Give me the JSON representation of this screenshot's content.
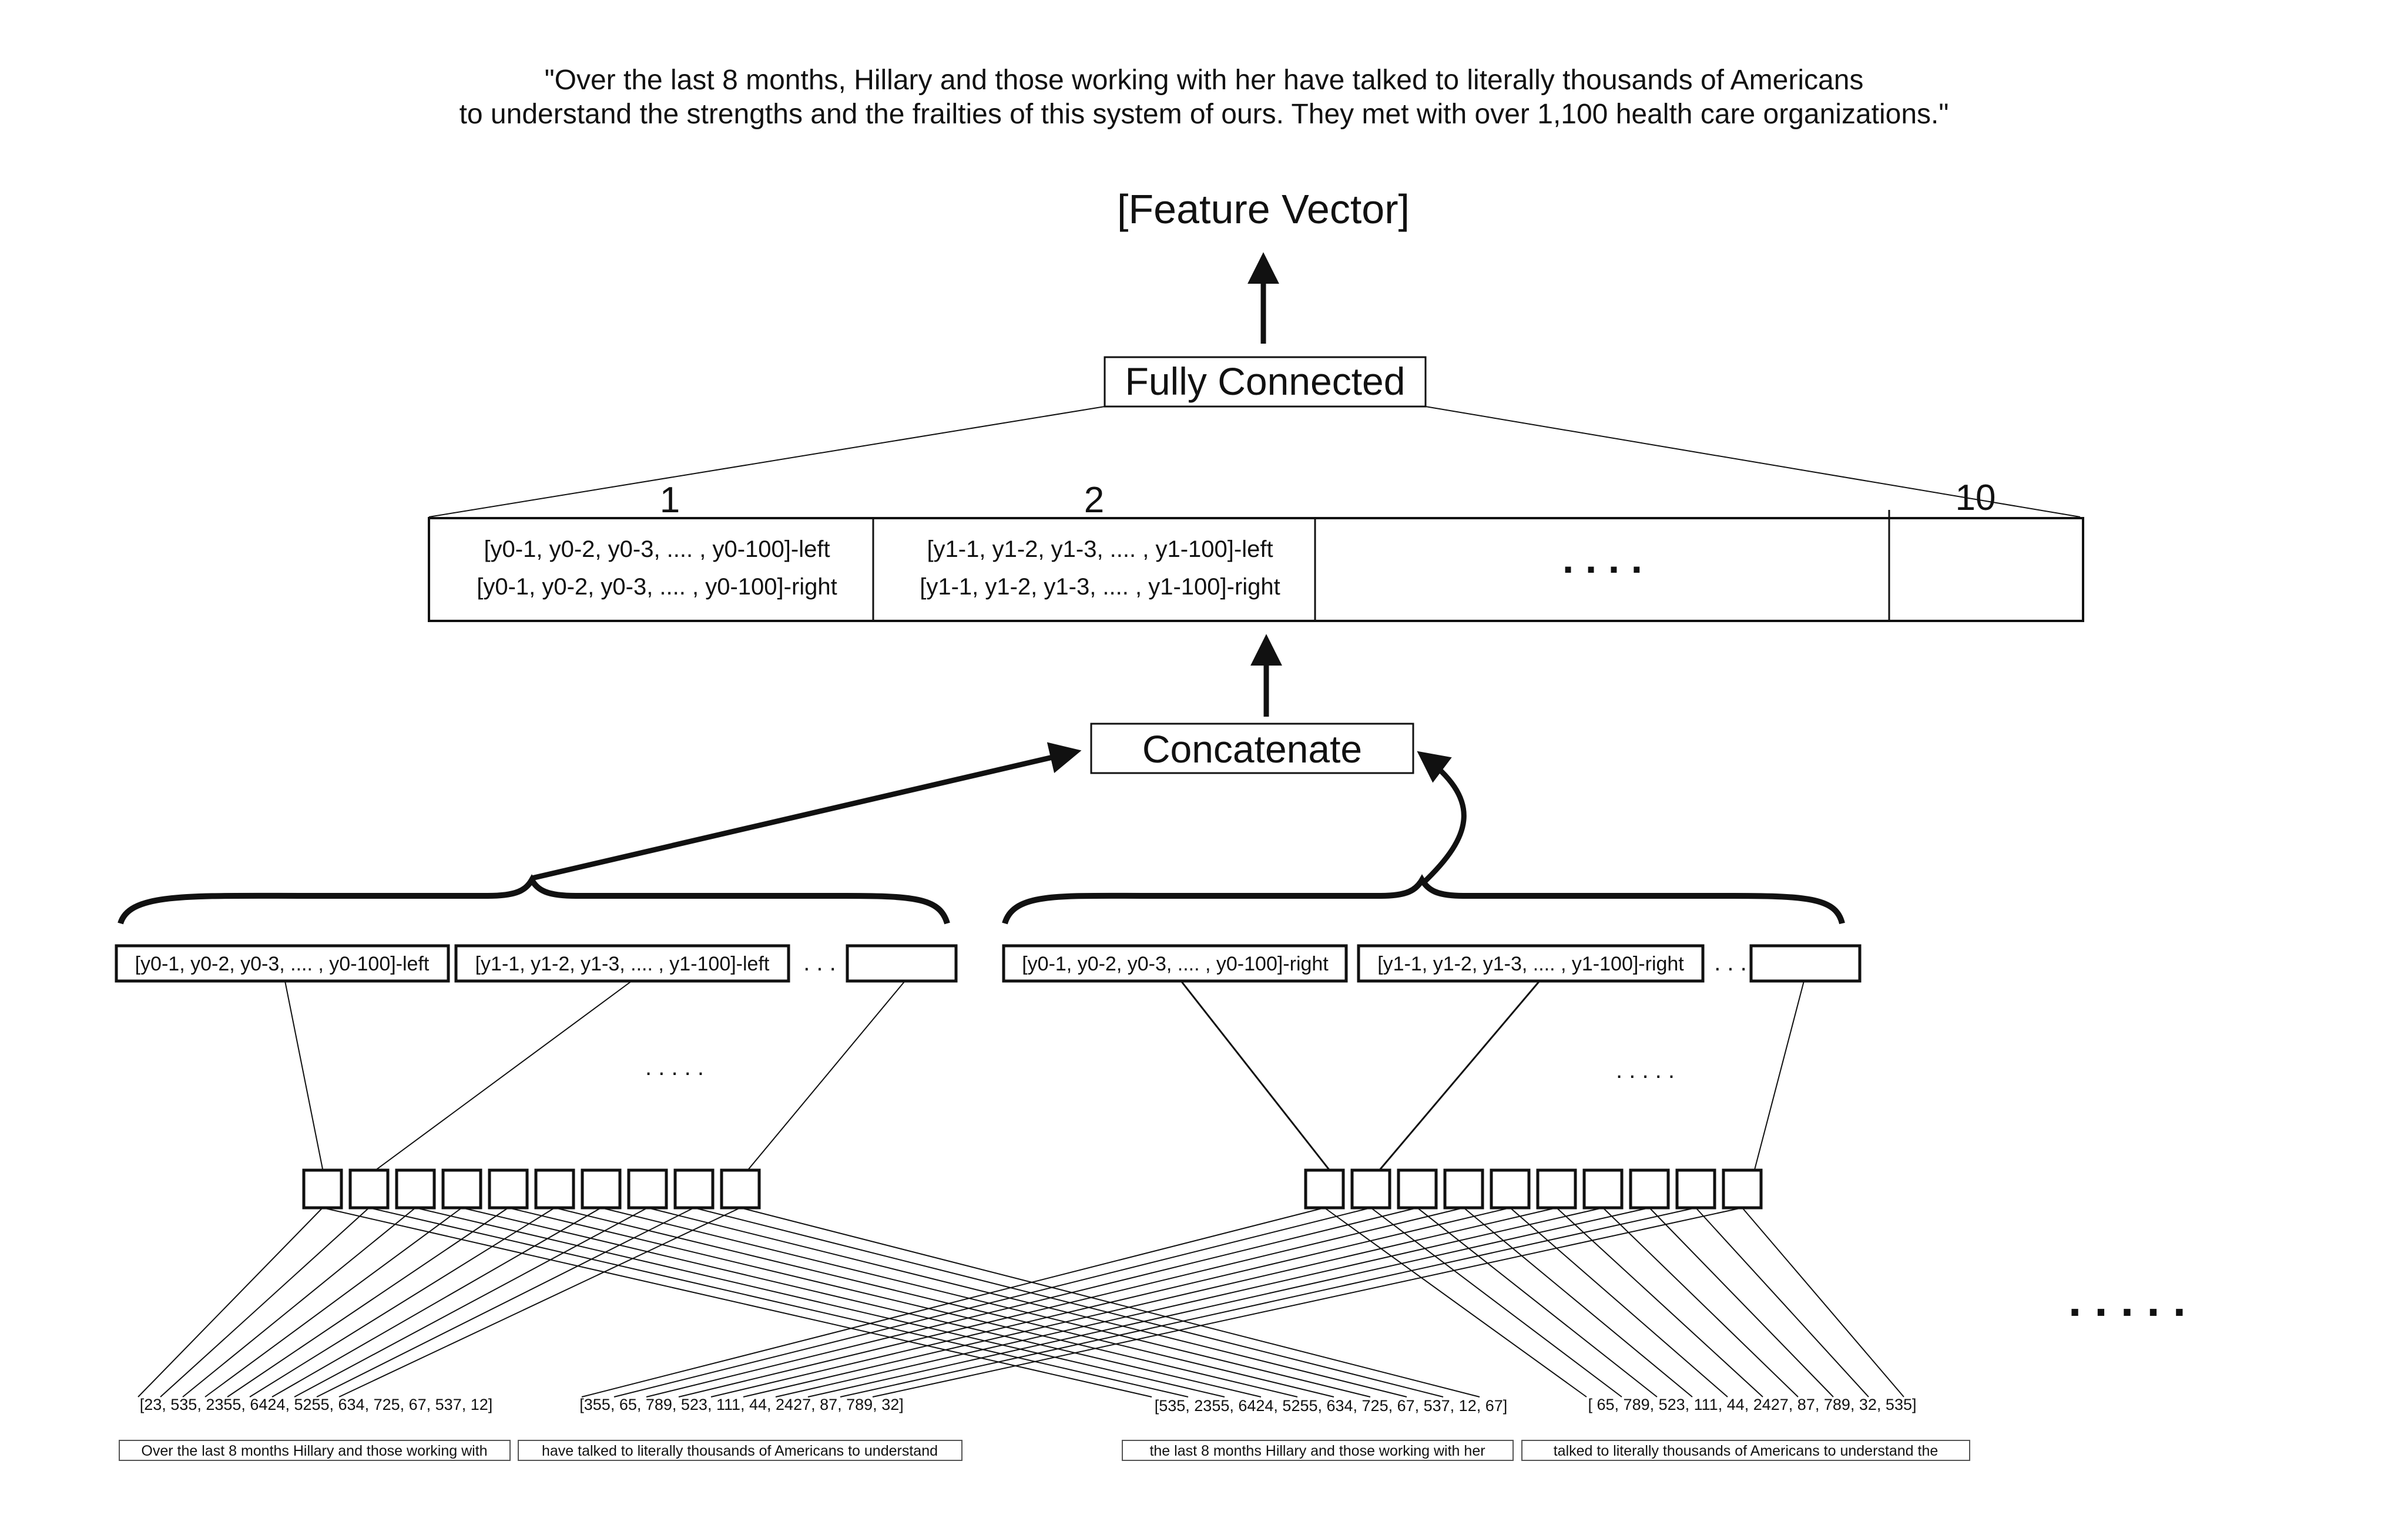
{
  "quote": {
    "line1": "\"Over the last 8 months, Hillary and those working with her have talked to literally thousands of Americans",
    "line2": "to understand the strengths and the frailties of this system of ours. They met with over 1,100 health care organizations.\""
  },
  "feature_vector_label": "[Feature Vector]",
  "fully_connected_label": "Fully Connected",
  "concatenate_label": "Concatenate",
  "feature_table": {
    "col_numbers": [
      "1",
      "2",
      "10"
    ],
    "cells": [
      {
        "left": "[y0-1, y0-2, y0-3, .... , y0-100]-left",
        "right": "[y0-1, y0-2, y0-3, .... , y0-100]-right"
      },
      {
        "left": "[y1-1, y1-2, y1-3, .... , y1-100]-left",
        "right": "[y1-1, y1-2, y1-3, .... , y1-100]-right"
      }
    ],
    "ellipsis": ". . . ."
  },
  "vector_row": {
    "left_boxes": [
      "[y0-1, y0-2, y0-3, .... , y0-100]-left",
      "[y1-1, y1-2, y1-3, .... , y1-100]-left"
    ],
    "right_boxes": [
      "[y0-1, y0-2, y0-3, .... , y0-100]-right",
      "[y1-1, y1-2, y1-3, .... , y1-100]-right"
    ],
    "ellipsis_inline": ". . .",
    "ellipsis_mid": ". . . . ."
  },
  "sequences": [
    "[23, 535, 2355, 6424, 5255, 634, 725, 67, 537, 12]",
    "[355, 65, 789, 523, 111, 44, 2427, 87, 789, 32]",
    "[535, 2355, 6424, 5255, 634, 725, 67, 537, 12, 67]",
    "[ 65, 789, 523, 111, 44, 2427, 87, 789, 32, 535]"
  ],
  "text_windows": [
    "Over the last 8 months Hillary and those working with",
    "have talked to literally thousands of Americans to understand",
    "the last 8 months Hillary and those working with her",
    "talked to literally thousands of Americans to understand the"
  ],
  "big_ellipsis": ". . . . ."
}
